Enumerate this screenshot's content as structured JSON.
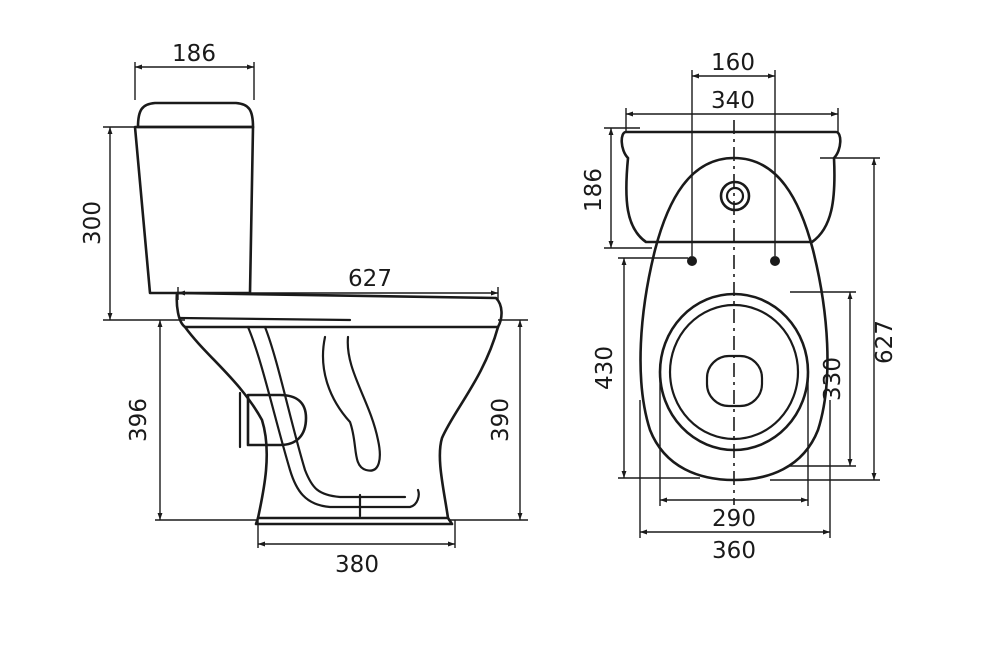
{
  "side_view": {
    "tank_width": "186",
    "tank_height": "300",
    "total_length": "627",
    "total_height": "396",
    "seat_height": "390",
    "base_length": "380"
  },
  "top_view": {
    "mount_spacing": "160",
    "tank_length": "340",
    "tank_depth": "186",
    "hole_to_front": "430",
    "seat_inner_depth": "330",
    "overall_depth": "627",
    "seat_inner_width": "290",
    "bowl_width": "360"
  }
}
